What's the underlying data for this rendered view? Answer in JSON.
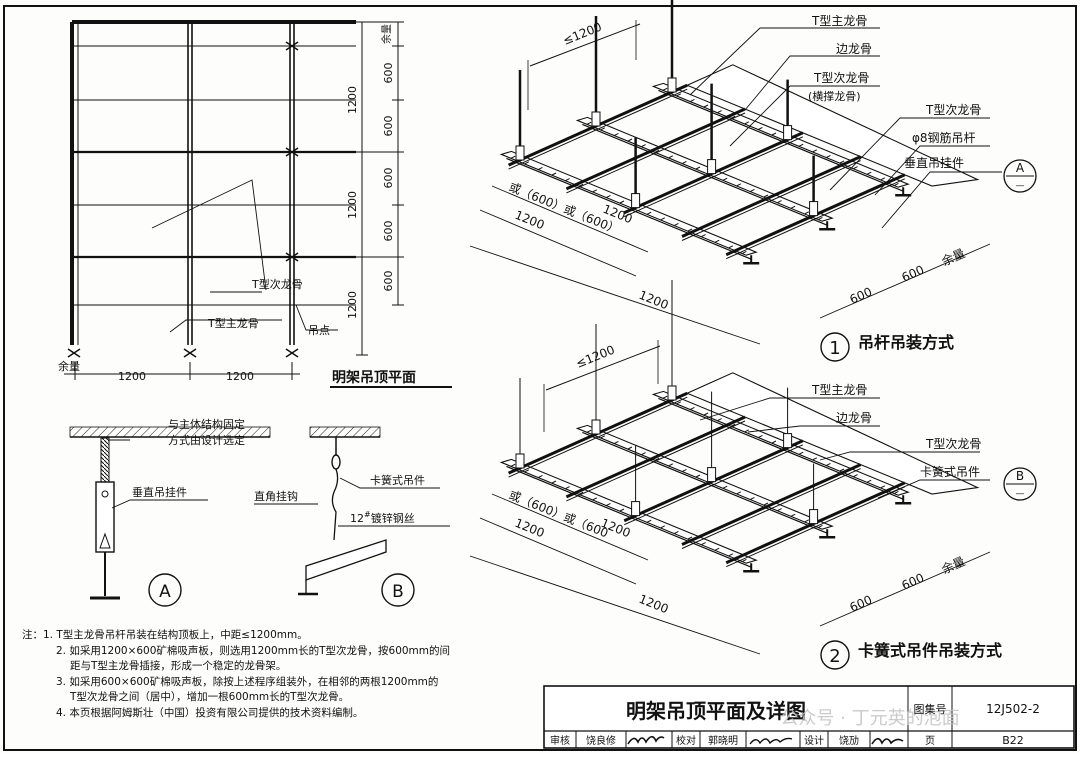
{
  "plan": {
    "title": "明架吊顶平面",
    "top_margin": "余量",
    "row_dims": [
      "600",
      "600",
      "600",
      "600",
      "600"
    ],
    "big_dims": [
      "1200",
      "1200",
      "1200"
    ],
    "col_dims": [
      "1200",
      "1200"
    ],
    "bottom_margin": "余量",
    "label_secondary": "T型次龙骨",
    "label_main": "T型主龙骨",
    "label_hanger": "吊点"
  },
  "detail_a": {
    "callout": "与主体结构固定",
    "callout2": "方式由设计选定",
    "label": "垂直吊挂件",
    "tag": "A"
  },
  "detail_b": {
    "label_hook": "直角挂钩",
    "label_spring": "卡簧式吊件",
    "label_wire": "12",
    "label_wire_tail": "镀锌钢丝",
    "wire_mark": "#",
    "tag": "B"
  },
  "iso1": {
    "dim_max": "≤1200",
    "labels": [
      "T型主龙骨",
      "边龙骨",
      "T型次龙骨",
      "(横撑龙骨)",
      "T型次龙骨",
      "φ8钢筋吊杆",
      "垂直吊挂件"
    ],
    "tag": "A",
    "tag_sub": "—",
    "dim_or1": "或（600）或（600）",
    "dim_1200a": "1200",
    "dim_1200b": "1200",
    "dim_1200c": "1200",
    "dim_600a": "600",
    "dim_600b": "600",
    "dim_margin": "余量",
    "caption_num": "1",
    "caption": "吊杆吊装方式"
  },
  "iso2": {
    "dim_max": "≤1200",
    "labels": [
      "T型主龙骨",
      "边龙骨",
      "T型次龙骨",
      "卡簧式吊件"
    ],
    "tag": "B",
    "tag_sub": "—",
    "dim_or1": "或（600）或（600",
    "dim_1200a": "1200",
    "dim_1200b": "1200",
    "dim_1200c": "1200",
    "dim_600a": "600",
    "dim_600b": "600",
    "dim_margin": "余量",
    "caption_num": "2",
    "caption": "卡簧式吊件吊装方式"
  },
  "notes": {
    "head": "注：",
    "items": [
      "1. T型主龙骨吊杆吊装在结构顶板上，中距≤1200mm。",
      "2. 如采用1200×600矿棉吸声板，则选用1200mm长的T型次龙骨，按600mm的间",
      "距与T型主龙骨插接，形成一个稳定的龙骨架。",
      "3. 如采用600×600矿棉吸声板，除按上述程序组装外，在相邻的两根1200mm的",
      "T型次龙骨之间（居中），增加一根600mm长的T型次龙骨。",
      "4. 本页根据阿姆斯壮（中国）投资有限公司提供的技术资料编制。"
    ]
  },
  "title_block": {
    "title": "明架吊顶平面及详图",
    "atlas_label": "图集号",
    "atlas_no": "12J502-2",
    "watermark": "公众号 · 丁元英的泡面",
    "review_label": "审核",
    "review_name": "饶良修",
    "check_label": "校对",
    "check_name": "郭晓明",
    "design_label": "设计",
    "design_name": "饶劢",
    "page_label": "页",
    "page_no": "B22"
  }
}
